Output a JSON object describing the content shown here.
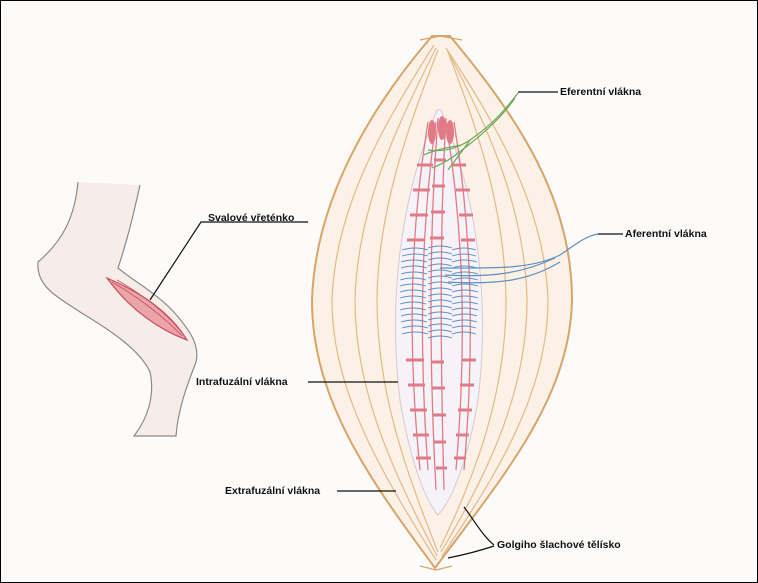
{
  "labels": {
    "efferent": "Eferentní vlákna",
    "afferent": "Aferentní vlákna",
    "spindle": "Svalové vřeténko",
    "intrafusal": "Intrafuzální vlákna",
    "extrafusal": "Extrafuzální vlákna",
    "golgi": "Golgiho šlachové tělísko"
  },
  "colors": {
    "muscle_outline": "#d9a46a",
    "spindle_red": "#e07a86",
    "afferent_blue": "#5f8fbf",
    "efferent_green": "#6fa85a",
    "leg_shade": "#f3e4e0",
    "line": "#111111"
  }
}
